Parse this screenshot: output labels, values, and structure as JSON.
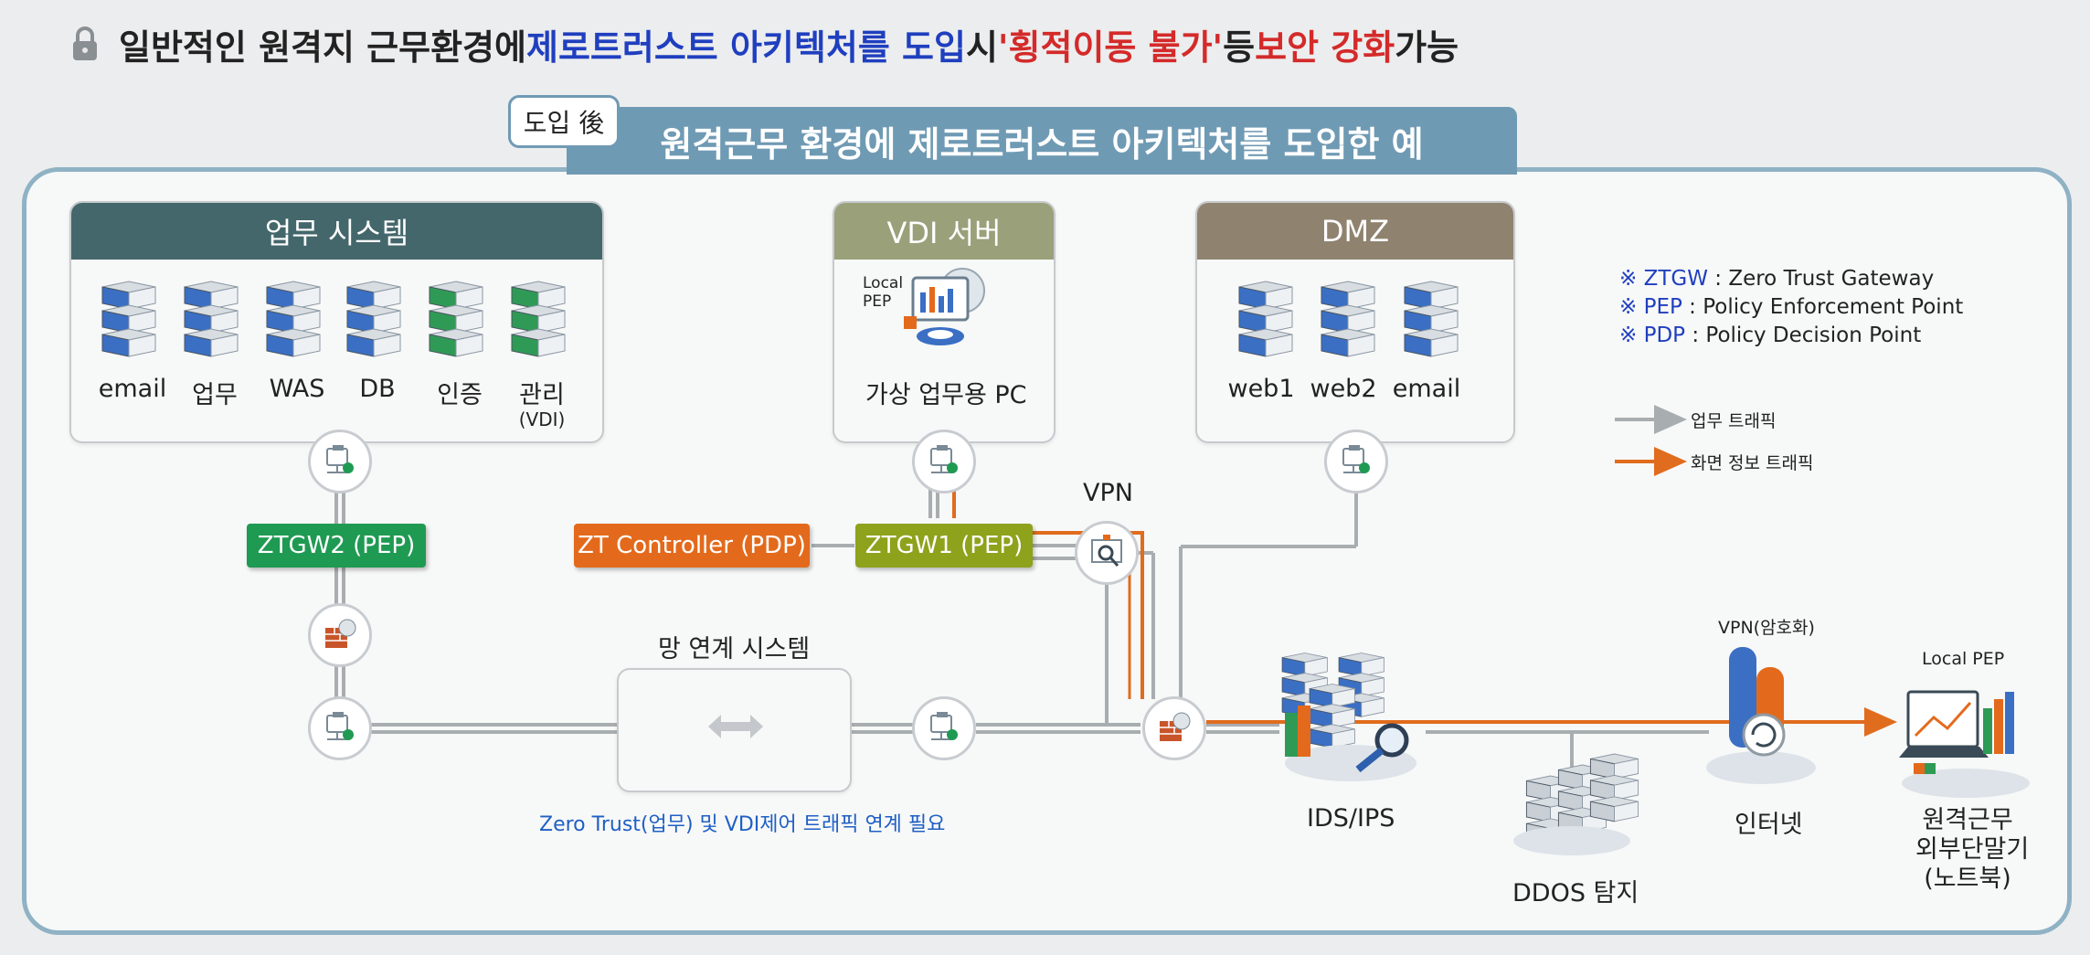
{
  "headline": {
    "part1": "일반적인 원격지 근무환경에 ",
    "part2": "제로트러스트 아키텍처를 도입",
    "part3": " 시 ",
    "part4": "'횡적이동 불가'",
    "part5": " 등 ",
    "part6": "보안 강화",
    "part7": " 가능"
  },
  "badge": "도입 後",
  "banner_title": "원격근무 환경에 제로트러스트 아키텍처를 도입한 예",
  "work_system": {
    "title": "업무 시스템",
    "servers": [
      "email",
      "업무",
      "WAS",
      "DB",
      "인증",
      "관리"
    ],
    "server_note": "(VDI)"
  },
  "vdi_server": {
    "title": "VDI 서버",
    "local_pep": "Local\nPEP",
    "label": "가상 업무용 PC"
  },
  "dmz": {
    "title": "DMZ",
    "servers": [
      "web1",
      "web2",
      "email"
    ]
  },
  "legend": {
    "items": [
      {
        "abbr": "※ ZTGW",
        "desc": " : Zero Trust Gateway"
      },
      {
        "abbr": "※ PEP",
        "desc": " : Policy Enforcement Point"
      },
      {
        "abbr": "※ PDP",
        "desc": " : Policy Decision Point"
      }
    ],
    "traffic_work": "업무 트래픽",
    "traffic_screen": "화면 정보 트래픽"
  },
  "tags": {
    "ztgw2": "ZTGW2 (PEP)",
    "zt_controller": "ZT Controller (PDP)",
    "ztgw1": "ZTGW1 (PEP)"
  },
  "vpn": "VPN",
  "link_system": {
    "title": "망 연계 시스템",
    "note": "Zero Trust(업무) 및 VDI제어 트래픽 연계 필요"
  },
  "ids_ips": "IDS/IPS",
  "ddos": "DDOS 탐지",
  "internet": {
    "vpn_label": "VPN(암호화)",
    "label": "인터넷"
  },
  "remote": {
    "local_pep": "Local PEP",
    "label_lines": [
      "원격근무",
      "외부단말기",
      "(노트북)"
    ]
  },
  "colors": {
    "frame": "#8fb2c4",
    "banner": "#6f9ab4",
    "work_head": "#44676b",
    "vdi_head": "#9aa07a",
    "dmz_head": "#8f8370",
    "ztgw_green": "#1f9a52",
    "controller_orange": "#e36a1c",
    "ztgw1_olive": "#8ea21c",
    "work_traffic": "#a8adb0",
    "screen_traffic": "#e06c1e"
  }
}
